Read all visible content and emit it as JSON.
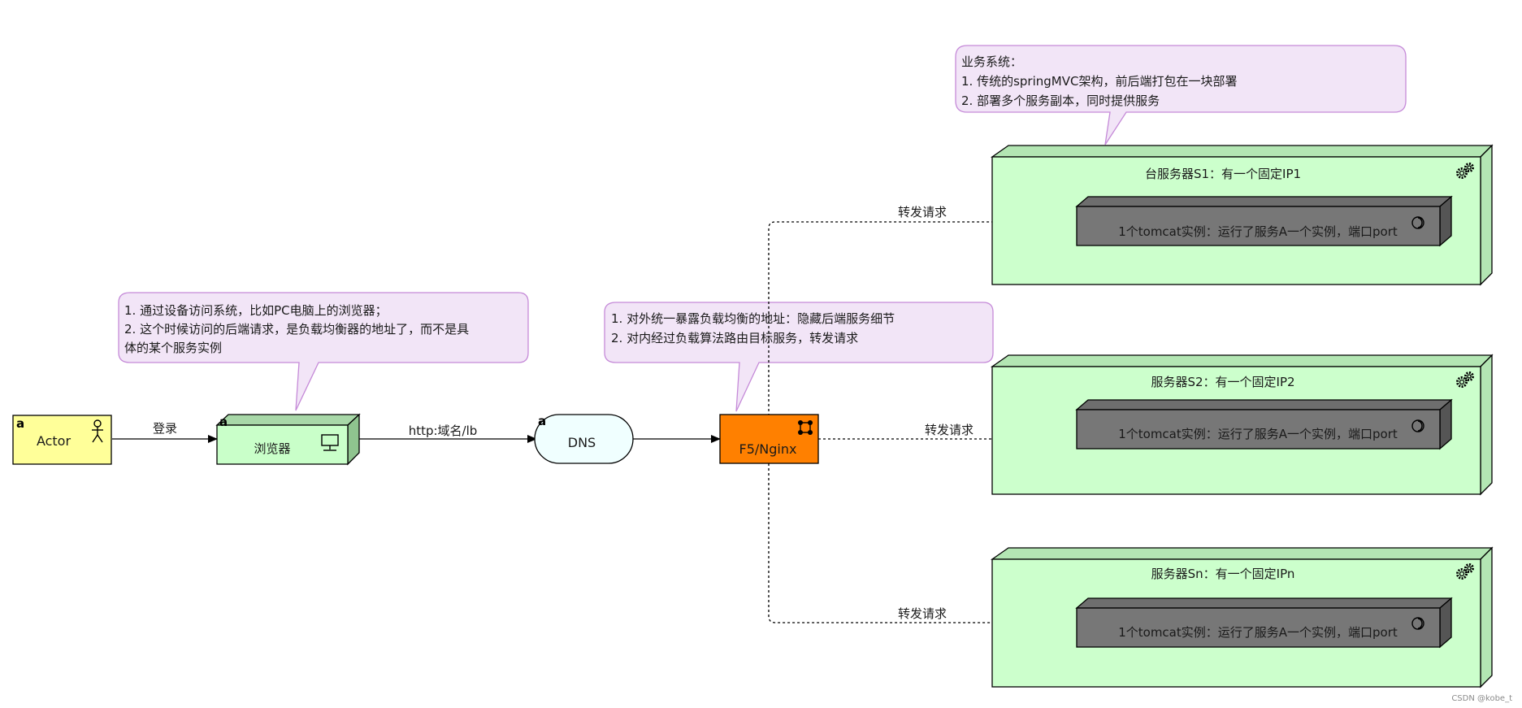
{
  "nodes": {
    "actor": {
      "label": "Actor",
      "corner_mark": "a"
    },
    "browser": {
      "label": "浏览器",
      "corner_mark": "a"
    },
    "dns": {
      "label": "DNS",
      "corner_mark": "a"
    },
    "lb": {
      "label": "F5/Nginx"
    },
    "servers": [
      {
        "title": "台服务器S1：有一个固定IP1",
        "instance": "1个tomcat实例：运行了服务A一个实例，端口port"
      },
      {
        "title": "服务器S2：有一个固定IP2",
        "instance": "1个tomcat实例：运行了服务A一个实例，端口port"
      },
      {
        "title": "服务器Sn：有一个固定IPn",
        "instance": "1个tomcat实例：运行了服务A一个实例，端口port"
      }
    ]
  },
  "edges": {
    "login": "登录",
    "http": "http:域名/lb",
    "forward": [
      "转发请求",
      "转发请求",
      "转发请求"
    ]
  },
  "notes": {
    "browser_note": [
      "1. 通过设备访问系统，比如PC电脑上的浏览器；",
      "2. 这个时候访问的后端请求，是负载均衡器的地址了，而不是具",
      "体的某个服务实例"
    ],
    "lb_note": [
      "1. 对外统一暴露负载均衡的地址：隐藏后端服务细节",
      "2. 对内经过负载算法路由目标服务，转发请求"
    ],
    "system_note": [
      "业务系统：",
      "1. 传统的springMVC架构，前后端打包在一块部署",
      "2. 部署多个服务副本，同时提供服务"
    ]
  },
  "icons": {
    "actor": "stick-figure-icon",
    "browser": "monitor-icon",
    "lb": "network-nodes-icon",
    "server": "gears-icon",
    "instance": "toggle-circle-icon"
  },
  "colors": {
    "actor_fill": "#ffff99",
    "browser_fill": "#c9ffc9",
    "browser_top": "#a8d8a8",
    "dns_fill": "#f0ffff",
    "lb_fill": "#ff8000",
    "server_fill": "#ccffcc",
    "instance_fill": "#777777",
    "note_fill": "#f2e5f7",
    "note_border": "#c58ad8"
  },
  "watermark": "CSDN @kobe_t"
}
